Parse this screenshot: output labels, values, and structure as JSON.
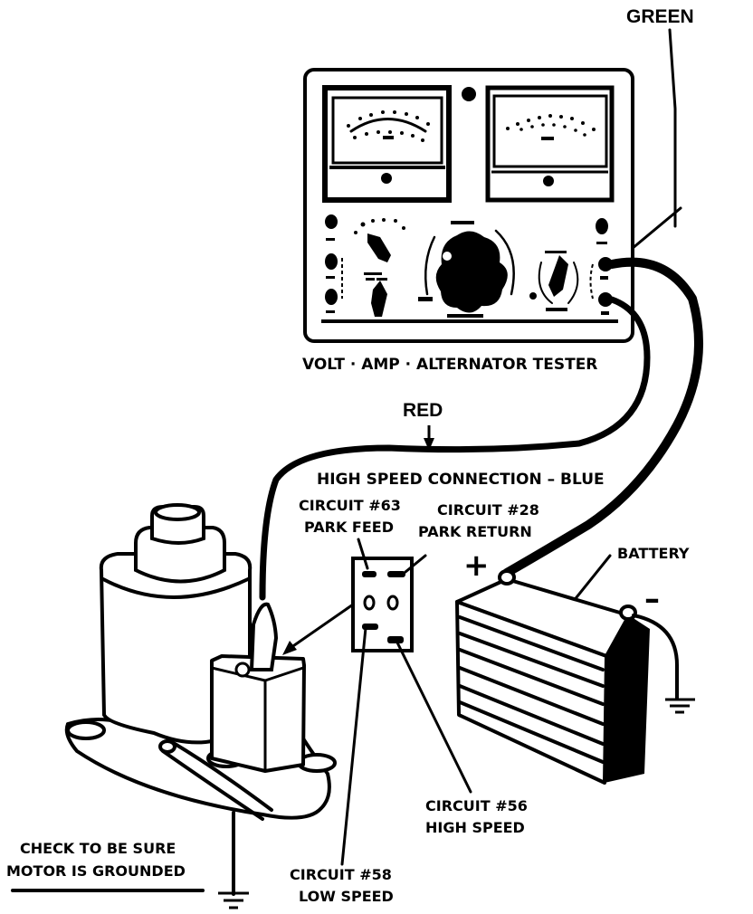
{
  "diagram": {
    "title": "Wiper motor test hookup with Volt-Amp-Alternator tester",
    "colors": {
      "ink": "#000000",
      "paper": "#ffffff"
    },
    "labels": {
      "green": "GREEN",
      "tester": "VOLT · AMP · ALTERNATOR TESTER",
      "red": "RED",
      "high_speed_connection": "HIGH SPEED CONNECTION  – BLUE",
      "circuit_63_line1": "CIRCUIT #63",
      "circuit_63_line2": "PARK FEED",
      "circuit_28_line1": "CIRCUIT #28",
      "circuit_28_line2": "PARK RETURN",
      "battery": "BATTERY",
      "plus": "+",
      "minus": "–",
      "circuit_56_line1": "CIRCUIT #56",
      "circuit_56_line2": "HIGH SPEED",
      "circuit_58_line1": "CIRCUIT #58",
      "circuit_58_line2": "LOW SPEED",
      "ground_note_line1": "CHECK TO BE SURE",
      "ground_note_line2": "MOTOR IS GROUNDED"
    },
    "components": [
      {
        "name": "volt-amp-alternator tester",
        "parts": [
          "voltmeter",
          "ammeter",
          "selector switches",
          "load control knob",
          "test leads"
        ]
      },
      {
        "name": "connector",
        "terminals": [
          "Circuit #63 Park Feed",
          "Circuit #28 Park Return",
          "Circuit #58 Low Speed",
          "Circuit #56 High Speed"
        ]
      },
      {
        "name": "wiper motor"
      },
      {
        "name": "battery",
        "terminals": [
          "+",
          "–"
        ]
      }
    ]
  }
}
